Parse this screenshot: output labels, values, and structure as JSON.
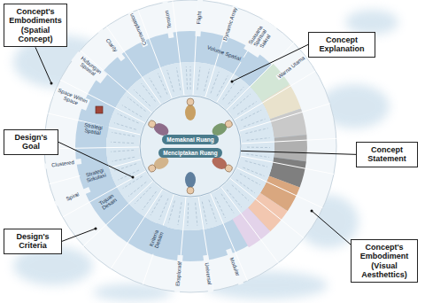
{
  "diagram": {
    "nodes": [
      {
        "text": [
          "Concept's Embodiments (Spatial Concept)"
        ]
      },
      {
        "text": [
          "Concept Explanation"
        ]
      },
      {
        "text": [
          "Design's Goal"
        ]
      },
      {
        "text": [
          "Concept Statement"
        ]
      },
      {
        "text": [
          "Design's Criteria"
        ]
      },
      {
        "text": [
          "Concept's Embodiment (Visual Aesthettics)"
        ]
      },
      {
        "text": [
          "Memaknai Ruang",
          "Menciptakan Ruang"
        ]
      }
    ],
    "labels": [
      "Volume Spatial",
      "Hubungan Spasial",
      "Clarity",
      "Contemplation",
      "Tension",
      "Flight",
      "Dynamic Array",
      "Suasana Spiritual Sakral",
      "Space Within Space",
      "Strategi Spatial",
      "Clustered",
      "Strategi Sirkulasi",
      "Spiral",
      "Tujuan Desain",
      "Kriteria Desain",
      "Eksploratif",
      "Universal",
      "Modular",
      "Warna Utama"
    ]
  }
}
